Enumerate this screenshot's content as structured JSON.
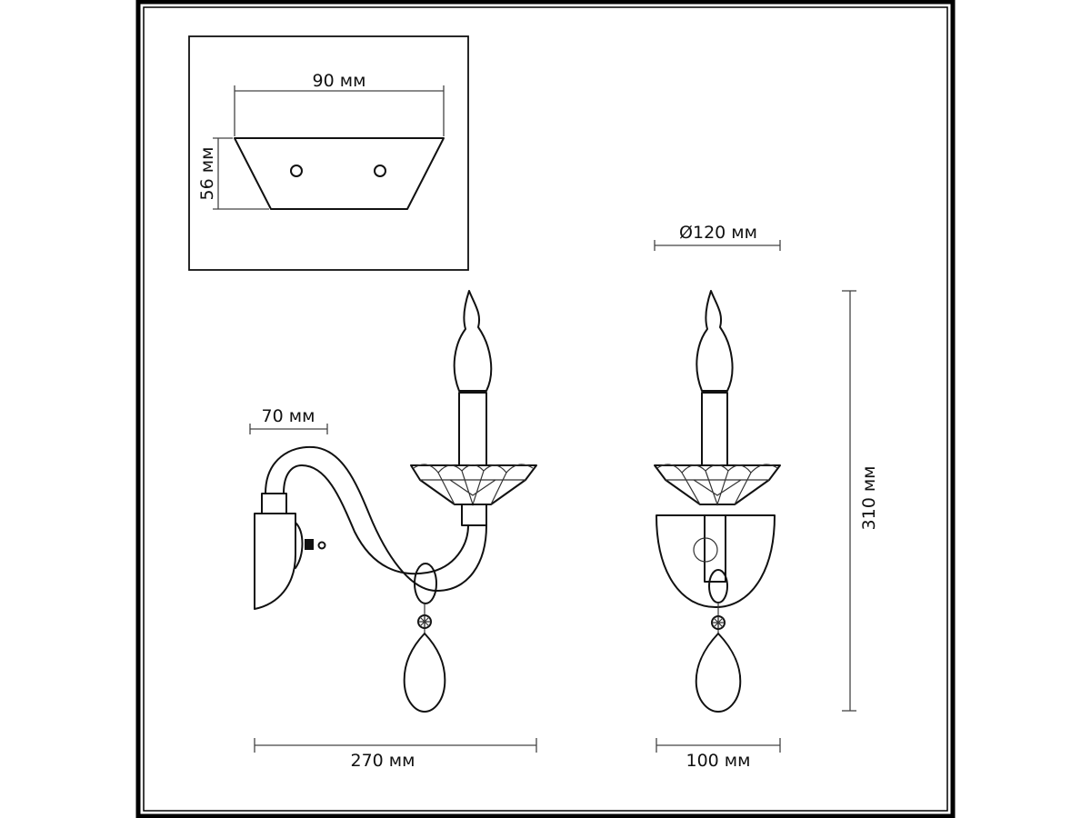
{
  "drawing": {
    "mount_width": "90 мм",
    "mount_height": "56 мм",
    "cup_diameter": "Ø120 мм",
    "wall_offset": "70 мм",
    "total_depth": "270 мм",
    "front_width": "100 мм",
    "total_height": "310 мм"
  },
  "colors": {
    "line": "#111111",
    "background": "#ffffff"
  }
}
